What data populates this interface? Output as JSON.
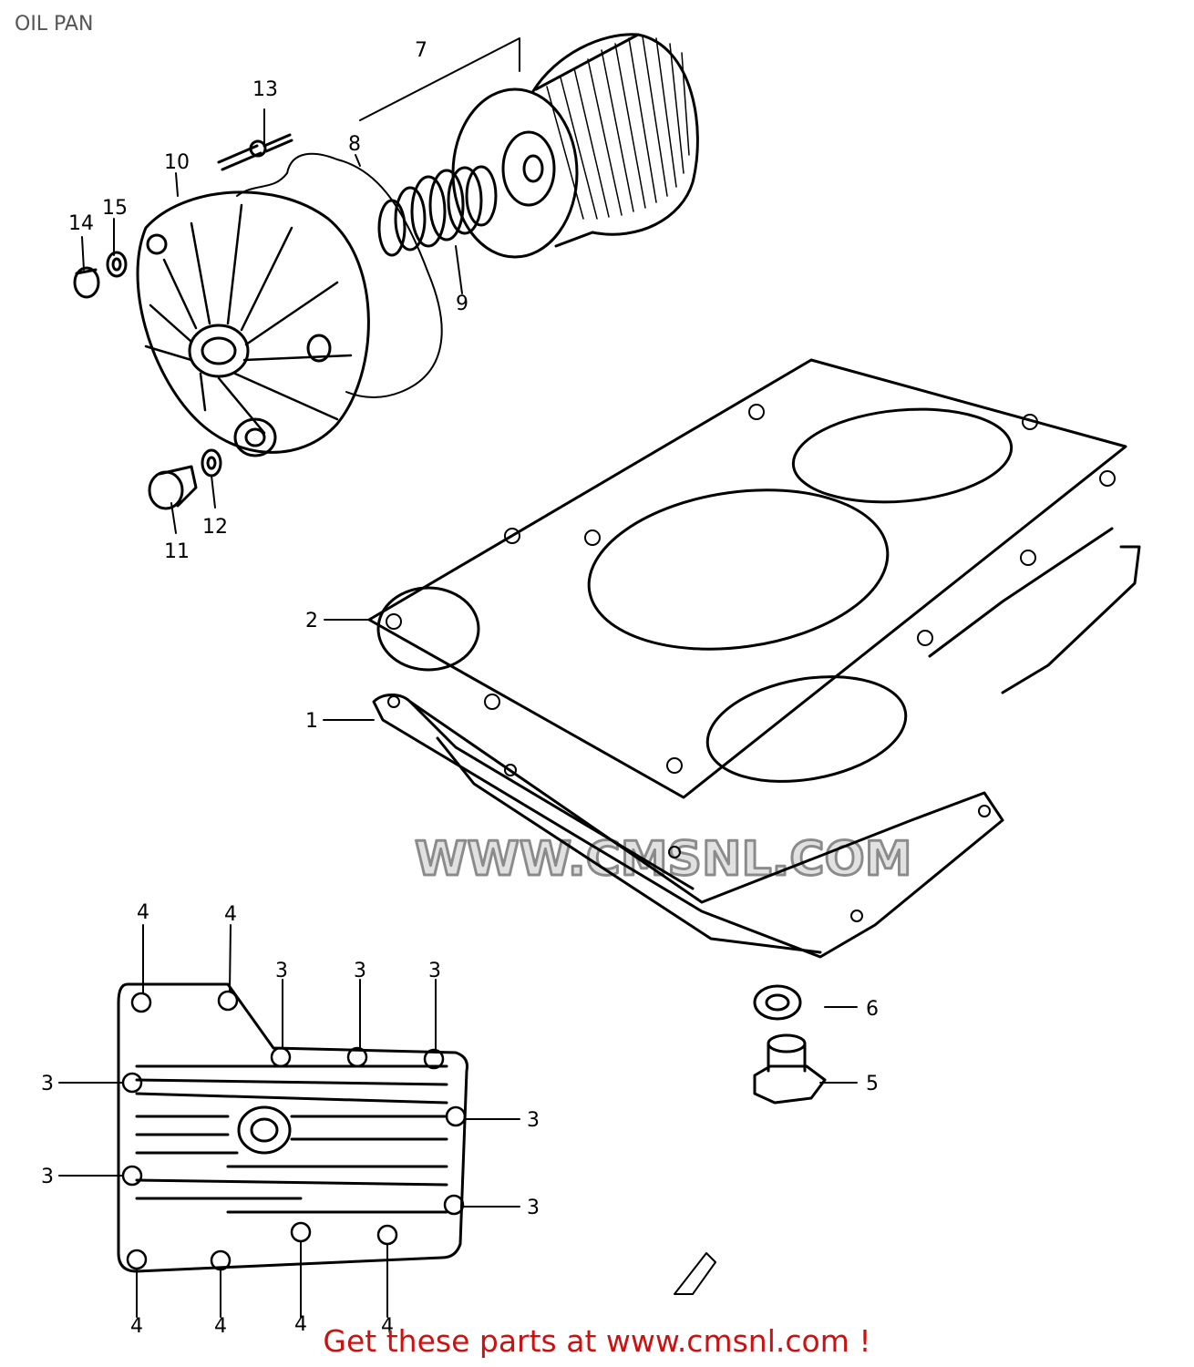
{
  "title": "OIL PAN",
  "footer": "Get these parts at www.cmsnl.com !",
  "watermark": "WWW.CMSNL.COM",
  "colors": {
    "footer": "#cc1111",
    "lines": "#000000",
    "watermark": "#bdbdbd"
  },
  "labels": {
    "p1": "1",
    "p2": "2",
    "p3a": "3",
    "p3b": "3",
    "p3c": "3",
    "p3d": "3",
    "p3e": "3",
    "p3f": "3",
    "p3g": "3",
    "p4a": "4",
    "p4b": "4",
    "p4c": "4",
    "p4d": "4",
    "p4e": "4",
    "p4f": "4",
    "p5": "5",
    "p6": "6",
    "p7": "7",
    "p8": "8",
    "p9": "9",
    "p10": "10",
    "p11": "11",
    "p12": "12",
    "p13": "13",
    "p14": "14",
    "p15": "15"
  }
}
